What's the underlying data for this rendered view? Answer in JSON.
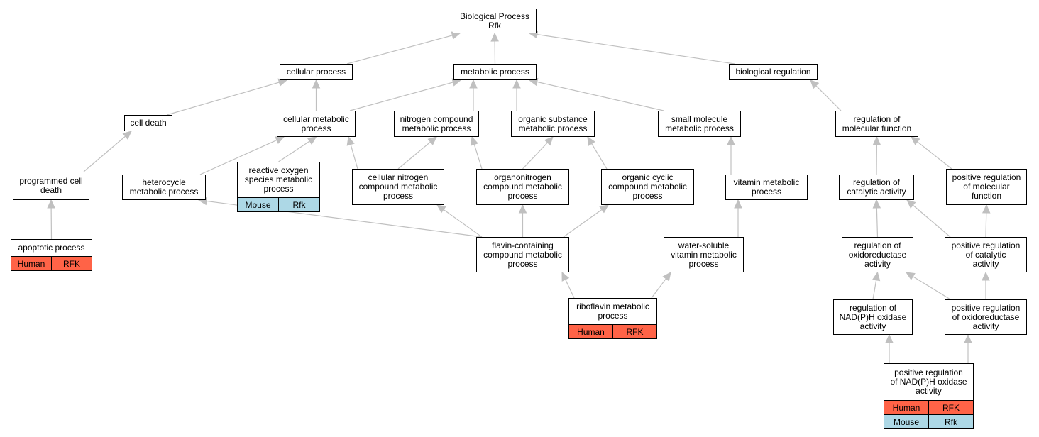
{
  "colors": {
    "edge": "#c0c0c0",
    "human": "#ff6347",
    "mouse": "#add8e6"
  },
  "nodes": [
    {
      "id": "bp",
      "label": "Biological Process\nRfk"
    },
    {
      "id": "cp",
      "label": "cellular process"
    },
    {
      "id": "mp",
      "label": "metabolic process"
    },
    {
      "id": "br",
      "label": "biological regulation"
    },
    {
      "id": "cd",
      "label": "cell death"
    },
    {
      "id": "cmp",
      "label": "cellular metabolic\nprocess"
    },
    {
      "id": "ncmp",
      "label": "nitrogen compound\nmetabolic process"
    },
    {
      "id": "osmp",
      "label": "organic substance\nmetabolic process"
    },
    {
      "id": "smmp",
      "label": "small molecule\nmetabolic process"
    },
    {
      "id": "rmf",
      "label": "regulation of\nmolecular function"
    },
    {
      "id": "pcd",
      "label": "programmed cell\ndeath"
    },
    {
      "id": "hmp",
      "label": "heterocycle\nmetabolic process"
    },
    {
      "id": "ros",
      "label": "reactive oxygen\nspecies metabolic\nprocess",
      "rows": [
        {
          "species": "Mouse",
          "gene": "Rfk",
          "color": "mouse"
        }
      ]
    },
    {
      "id": "cncmp",
      "label": "cellular nitrogen\ncompound metabolic\nprocess"
    },
    {
      "id": "oncmp",
      "label": "organonitrogen\ncompound metabolic\nprocess"
    },
    {
      "id": "occmp",
      "label": "organic cyclic\ncompound metabolic\nprocess"
    },
    {
      "id": "vmp",
      "label": "vitamin metabolic\nprocess"
    },
    {
      "id": "rca",
      "label": "regulation of\ncatalytic activity"
    },
    {
      "id": "prmf",
      "label": "positive regulation\nof molecular\nfunction"
    },
    {
      "id": "ap",
      "label": "apoptotic process",
      "rows": [
        {
          "species": "Human",
          "gene": "RFK",
          "color": "human"
        }
      ]
    },
    {
      "id": "fccmp",
      "label": "flavin-containing\ncompound metabolic\nprocess"
    },
    {
      "id": "wsvmp",
      "label": "water-soluble\nvitamin metabolic\nprocess"
    },
    {
      "id": "roa",
      "label": "regulation of\noxidoreductase\nactivity"
    },
    {
      "id": "prca",
      "label": "positive regulation\nof catalytic\nactivity"
    },
    {
      "id": "rfmp",
      "label": "riboflavin metabolic\nprocess",
      "rows": [
        {
          "species": "Human",
          "gene": "RFK",
          "color": "human"
        }
      ]
    },
    {
      "id": "rnox",
      "label": "regulation of\nNAD(P)H oxidase\nactivity"
    },
    {
      "id": "proa",
      "label": "positive regulation\nof oxidoreductase\nactivity"
    },
    {
      "id": "prnox",
      "label": "positive regulation\nof NAD(P)H oxidase\nactivity",
      "rows": [
        {
          "species": "Human",
          "gene": "RFK",
          "color": "human"
        },
        {
          "species": "Mouse",
          "gene": "Rfk",
          "color": "mouse"
        }
      ]
    }
  ],
  "edges": [
    [
      "cp",
      "bp"
    ],
    [
      "mp",
      "bp"
    ],
    [
      "br",
      "bp"
    ],
    [
      "cd",
      "cp"
    ],
    [
      "cmp",
      "cp"
    ],
    [
      "cmp",
      "mp"
    ],
    [
      "ncmp",
      "mp"
    ],
    [
      "osmp",
      "mp"
    ],
    [
      "smmp",
      "mp"
    ],
    [
      "rmf",
      "br"
    ],
    [
      "pcd",
      "cd"
    ],
    [
      "hmp",
      "cmp"
    ],
    [
      "ros",
      "cmp"
    ],
    [
      "cncmp",
      "cmp"
    ],
    [
      "cncmp",
      "ncmp"
    ],
    [
      "oncmp",
      "ncmp"
    ],
    [
      "oncmp",
      "osmp"
    ],
    [
      "occmp",
      "osmp"
    ],
    [
      "vmp",
      "smmp"
    ],
    [
      "rca",
      "rmf"
    ],
    [
      "prmf",
      "rmf"
    ],
    [
      "ap",
      "pcd"
    ],
    [
      "fccmp",
      "hmp"
    ],
    [
      "fccmp",
      "cncmp"
    ],
    [
      "fccmp",
      "oncmp"
    ],
    [
      "fccmp",
      "occmp"
    ],
    [
      "wsvmp",
      "vmp"
    ],
    [
      "roa",
      "rca"
    ],
    [
      "prca",
      "rca"
    ],
    [
      "prca",
      "prmf"
    ],
    [
      "rfmp",
      "fccmp"
    ],
    [
      "rfmp",
      "wsvmp"
    ],
    [
      "rnox",
      "roa"
    ],
    [
      "proa",
      "roa"
    ],
    [
      "proa",
      "prca"
    ],
    [
      "prnox",
      "rnox"
    ],
    [
      "prnox",
      "proa"
    ]
  ]
}
